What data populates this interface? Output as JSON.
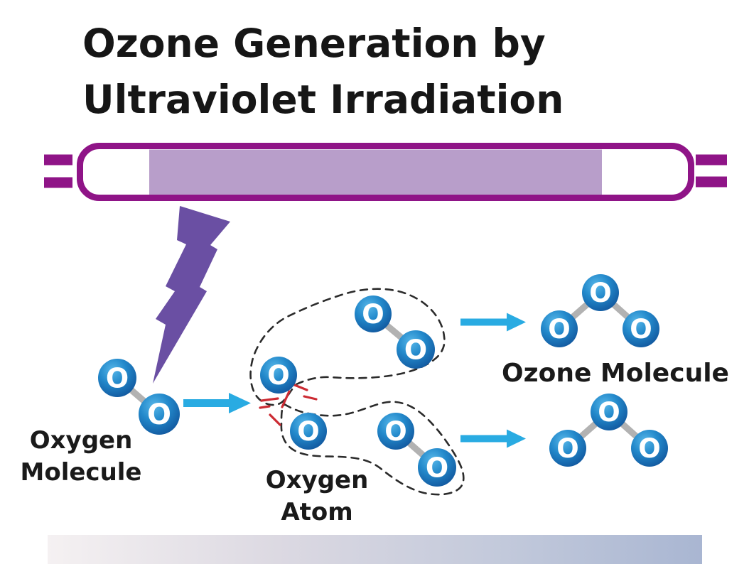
{
  "title": {
    "line1": "Ozone Generation by",
    "line2": "Ultraviolet Irradiation"
  },
  "labels": {
    "oxygen_molecule_line1": "Oxygen",
    "oxygen_molecule_line2": "Molecule",
    "oxygen_atom_line1": "Oxygen",
    "oxygen_atom_line2": "Atom",
    "ozone_molecule": "Ozone Molecule"
  },
  "diagram": {
    "atom_symbol": "O",
    "colors": {
      "lamp_outline": "#8F1487",
      "lamp_glow": "#B89ECA",
      "uv_bolt": "#6A4FA3",
      "arrow": "#29ABE2",
      "atom_blue_light": "#56B6E8",
      "atom_blue_dark": "#10549B",
      "bond_gray": "#B2B2B2",
      "spark_red": "#CC2B33",
      "footer_gradient_left": "#F5F1F2",
      "footer_gradient_right": "#A9B6D2"
    }
  }
}
